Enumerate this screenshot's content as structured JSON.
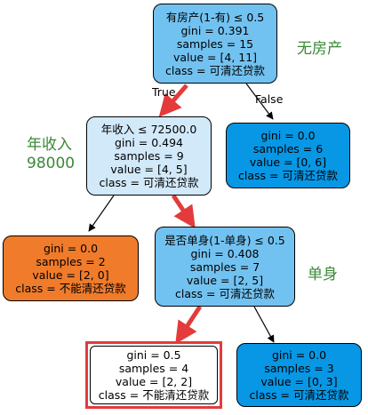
{
  "colors": {
    "node_blue_mid": "#72c2f1",
    "node_blue_light": "#d2e9f9",
    "node_blue_dark": "#0797e5",
    "node_orange": "#f07b2a",
    "node_white": "#ffffff",
    "highlight_red": "#e33b3b",
    "annotation_green": "#3a8a35"
  },
  "tree": {
    "root": {
      "condition": "有房产(1-有) ≤ 0.5",
      "gini": "gini = 0.391",
      "samples": "samples = 15",
      "value": "value = [4, 11]",
      "class": "class = 可清还贷款"
    },
    "income_node": {
      "condition": "年收入 ≤ 72500.0",
      "gini": "gini = 0.494",
      "samples": "samples = 9",
      "value": "value = [4, 5]",
      "class": "class = 可清还贷款"
    },
    "leaf_right_top": {
      "gini": "gini = 0.0",
      "samples": "samples = 6",
      "value": "value = [0, 6]",
      "class": "class = 可清还贷款"
    },
    "leaf_left_mid": {
      "gini": "gini = 0.0",
      "samples": "samples = 2",
      "value": "value = [2, 0]",
      "class": "class = 不能清还贷款"
    },
    "single_node": {
      "condition": "是否单身(1-单身) ≤ 0.5",
      "gini": "gini = 0.408",
      "samples": "samples = 7",
      "value": "value = [2, 5]",
      "class": "class = 可清还贷款"
    },
    "leaf_bottom_left": {
      "gini": "gini = 0.5",
      "samples": "samples = 4",
      "value": "value = [2, 2]",
      "class": "class = 不能清还贷款"
    },
    "leaf_bottom_right": {
      "gini": "gini = 0.0",
      "samples": "samples = 3",
      "value": "value = [0, 3]",
      "class": "class = 可清还贷款"
    }
  },
  "edge_labels": {
    "true_label": "True",
    "false_label": "False"
  },
  "annotations": {
    "no_house": "无房产",
    "income": "年收入",
    "income_value": "98000",
    "single": "单身"
  }
}
